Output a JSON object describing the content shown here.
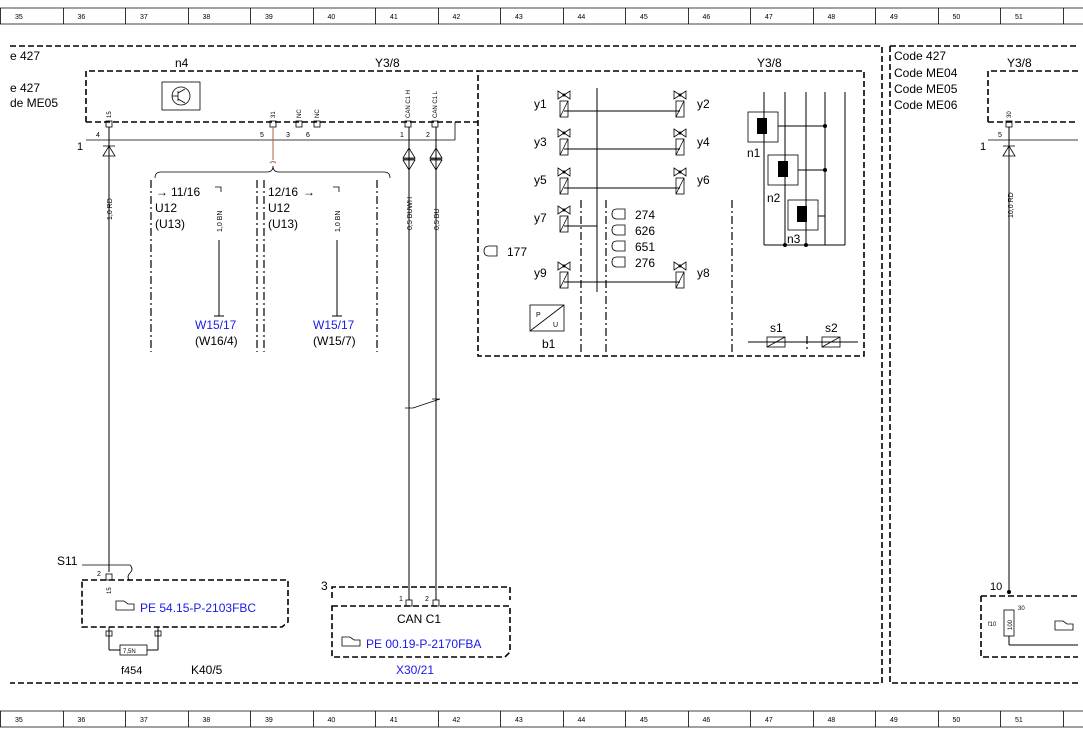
{
  "ruler": {
    "numbers": [
      "35",
      "36",
      "37",
      "38",
      "39",
      "40",
      "41",
      "42",
      "43",
      "44",
      "45",
      "46",
      "47",
      "48",
      "49",
      "50",
      "51"
    ]
  },
  "codes_left": {
    "line1": "e 427",
    "line2": "e 427",
    "line3": "de ME05"
  },
  "codes_right": {
    "line1": "Code 427",
    "line2": "Code ME04",
    "line3": "Code ME05",
    "line4": "Code ME06"
  },
  "components": {
    "n4": "n4",
    "y38_left": "Y3/8",
    "y38_mid": "Y3/8",
    "y38_right": "Y3/8",
    "b1": "b1",
    "n1": "n1",
    "n2": "n2",
    "n3": "n3",
    "s1": "s1",
    "s2": "s2",
    "s11": "S11",
    "f454": "f454",
    "k40": "K40/5",
    "x30": "X30/21",
    "can_c1": "CAN C1",
    "f10": "f10"
  },
  "valves": {
    "y1": "y1",
    "y2": "y2",
    "y3": "y3",
    "y4": "y4",
    "y5": "y5",
    "y6": "y6",
    "y7": "y7",
    "y8": "y8",
    "y9": "y9"
  },
  "variant_codes": [
    "274",
    "626",
    "651",
    "276"
  ],
  "code_177": "177",
  "pins": {
    "p15": "15",
    "p31": "31",
    "pnc1": "NC",
    "pnc2": "NC",
    "pcanh": "CAN C1 H",
    "pcanl": "CAN C1 L",
    "n4": "4",
    "n5": "5",
    "n3": "3",
    "n6": "6",
    "n1": "1",
    "n2": "2",
    "right30": "30",
    "right_n5": "5",
    "right_n1": "1",
    "s11_2": "2",
    "s11_15": "15",
    "x30_1": "1",
    "x30_2": "2",
    "x30_3": "3",
    "node1": "1",
    "node10": "10",
    "f10_30": "30",
    "fuse_7_5": "7,5N",
    "f10_val": "100"
  },
  "wires": {
    "rd10": "1,0 RD",
    "buwh": "0,5 BUWH",
    "bu": "0,5 BU",
    "bn1": "1,0 BN",
    "bn2": "1,0 BN",
    "rd100": "10,0 RD"
  },
  "refs": {
    "r1_a": "11/16",
    "r1_b": "U12",
    "r1_c": "(U13)",
    "r2_a": "12/16",
    "r2_b": "U12",
    "r2_c": "(U13)",
    "w1_a": "W15/17",
    "w1_b": "(W16/4)",
    "w2_a": "W15/17",
    "w2_b": "(W15/7)"
  },
  "pe_refs": {
    "k40": "PE 54.15-P-2103FBC",
    "x30": "PE 00.19-P-2170FBA"
  },
  "b1_letters": {
    "p": "P",
    "u": "U"
  },
  "colors": {
    "link_blue": "#1a1ae6",
    "wire_brown": "#b06040"
  }
}
